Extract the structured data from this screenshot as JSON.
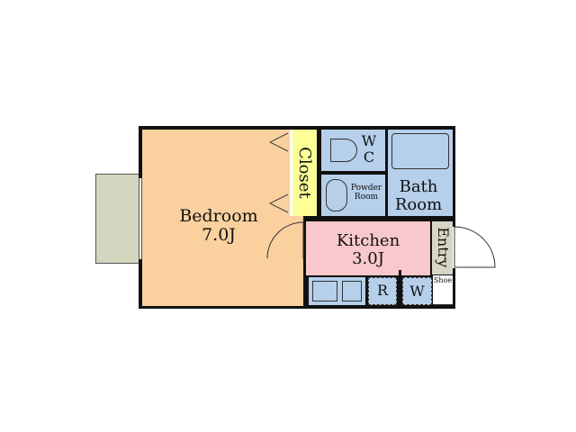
{
  "rooms": {
    "bedroom": {
      "name": "Bedroom",
      "size": "7.0J"
    },
    "closet": {
      "name": "Closet"
    },
    "wc": {
      "name": "W C"
    },
    "powder": {
      "name": "Powder",
      "name2": "Room"
    },
    "bath": {
      "name": "Bath",
      "name2": "Room"
    },
    "kitchen": {
      "name": "Kitchen",
      "size": "3.0J"
    },
    "entry": {
      "name": "Entry"
    },
    "shoe": {
      "name": "Shoe"
    },
    "fridge": {
      "name": "R"
    },
    "washer": {
      "name": "W"
    }
  },
  "colors": {
    "bedroom": "#f9d09e",
    "closet": "#ffff99",
    "wet": "#b6cfea",
    "kitchen": "#f8c8cc",
    "entry": "#d8d5c4",
    "balcony": "#d5d6c0"
  }
}
